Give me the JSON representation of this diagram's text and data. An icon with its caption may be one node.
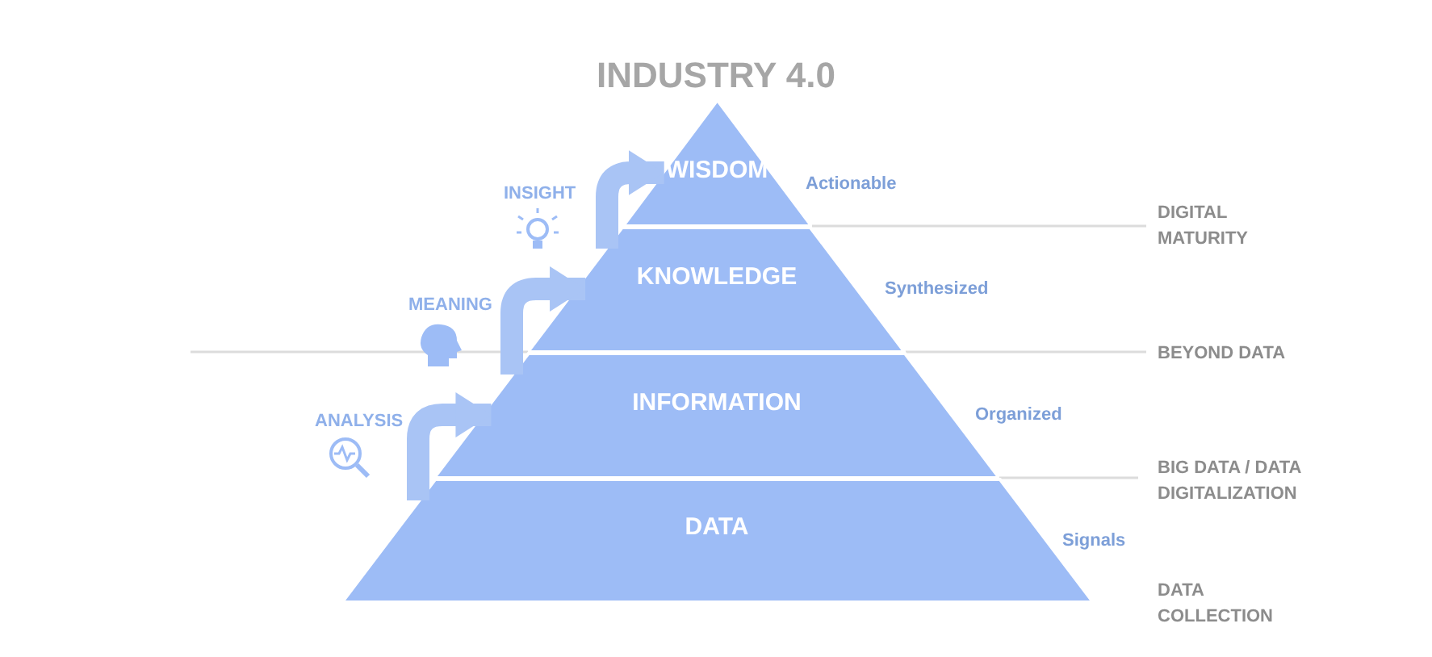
{
  "diagram": {
    "title": "INDUSTRY 4.0",
    "nodes": [
      {
        "text": [
          "WISDOM"
        ],
        "beside": [
          "Actionable"
        ]
      },
      {
        "text": [
          "KNOWLEDGE"
        ],
        "beside": [
          "Synthesized"
        ]
      },
      {
        "text": [
          "INFORMATION"
        ],
        "beside": [
          "Organized"
        ]
      },
      {
        "text": [
          "DATA"
        ],
        "beside": [
          "Signals"
        ]
      }
    ],
    "edges": [
      {
        "from": 3,
        "to": 2,
        "arrow": "to",
        "label": "ANALYSIS"
      },
      {
        "from": 2,
        "to": 1,
        "arrow": "to",
        "label": "MEANING"
      },
      {
        "from": 1,
        "to": 0,
        "arrow": "to",
        "label": "INSIGHT"
      }
    ],
    "labels": [
      "DIGITAL MATURITY",
      "BEYOND DATA",
      "BIG DATA / DATA DIGITALIZATION",
      "DATA COLLECTION"
    ]
  }
}
